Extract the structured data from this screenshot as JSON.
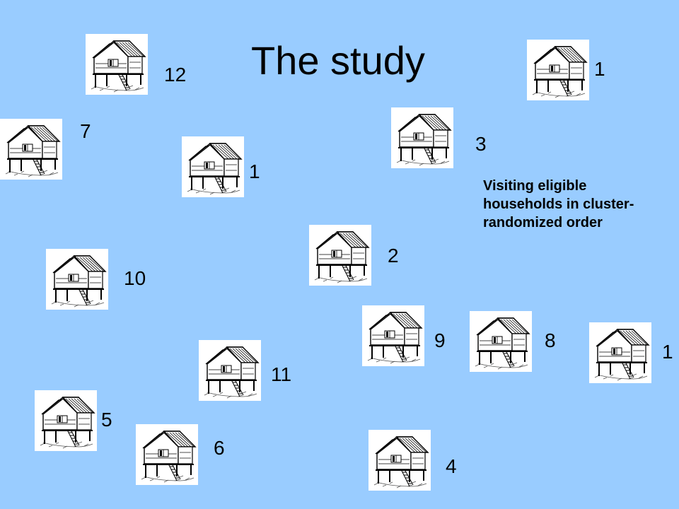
{
  "slide": {
    "title": "The study",
    "note": "Visiting eligible households in cluster-randomized order"
  },
  "houses": [
    {
      "label": "12"
    },
    {
      "label": "1"
    },
    {
      "label": "7"
    },
    {
      "label": "3"
    },
    {
      "label": "1"
    },
    {
      "label": "2"
    },
    {
      "label": "10"
    },
    {
      "label": "9"
    },
    {
      "label": "8"
    },
    {
      "label": "1"
    },
    {
      "label": "11"
    },
    {
      "label": "5"
    },
    {
      "label": "6"
    },
    {
      "label": "4"
    }
  ]
}
